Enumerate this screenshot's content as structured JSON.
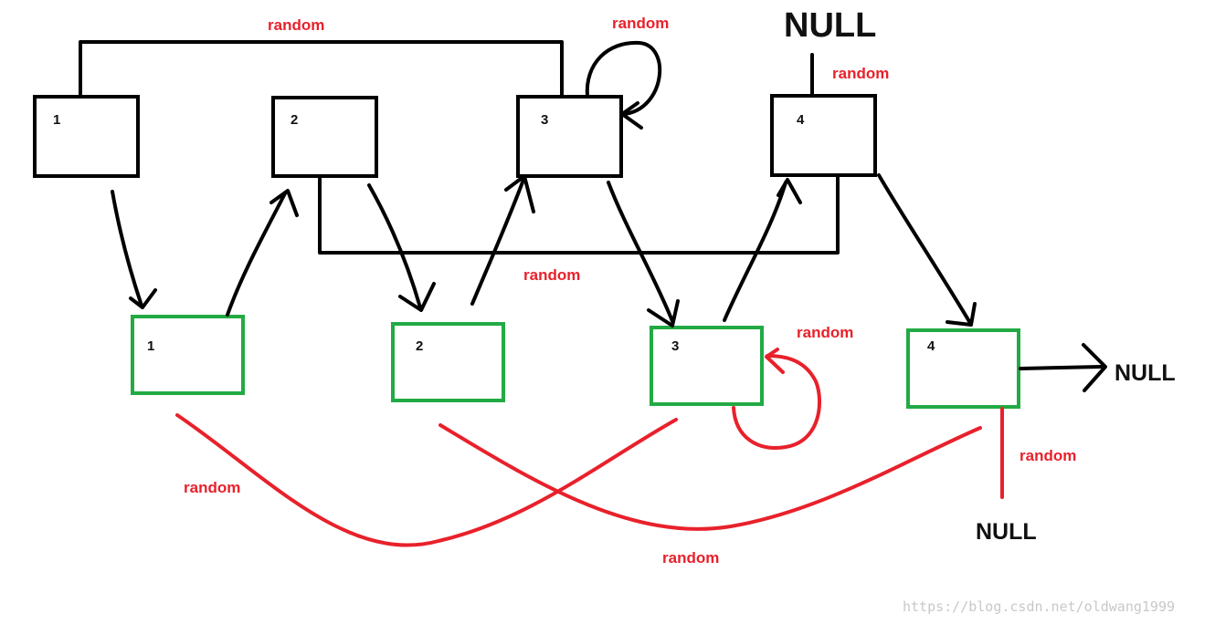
{
  "original_nodes": [
    "1",
    "2",
    "3",
    "4"
  ],
  "copy_nodes": [
    "1",
    "2",
    "3",
    "4"
  ],
  "random_label": "random",
  "null_label": "NULL",
  "watermark": "https://blog.csdn.net/oldwang1999",
  "colors": {
    "original_outline": "#000000",
    "copy_outline": "#22aa44",
    "random_pointer": "#e8212b",
    "next_pointer": "#000000"
  }
}
